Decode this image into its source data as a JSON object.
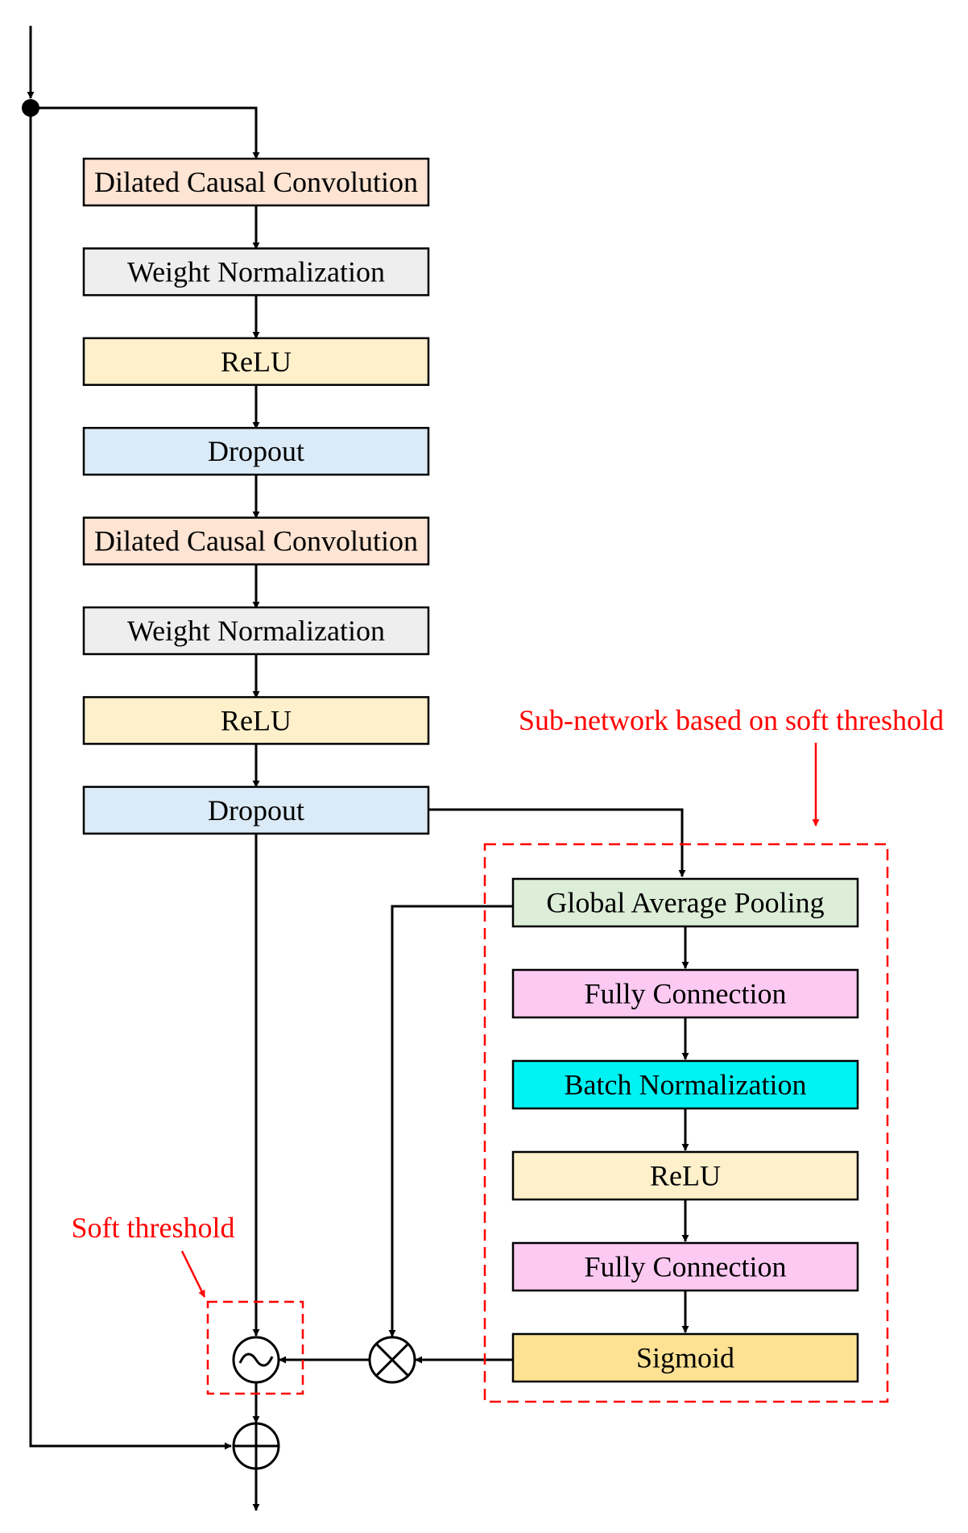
{
  "colors": {
    "conv": "#fde4d3",
    "weightnorm": "#eeeeee",
    "relu": "#fdf0cb",
    "dropout": "#daeaf6",
    "gap": "#dcedd8",
    "fc": "#fbc9f1",
    "batchnorm": "#00f3f3",
    "sigmoid": "#fde293",
    "annotation": "#ff0000",
    "line": "#000000"
  },
  "main_stack": [
    {
      "label": "Dilated Causal Convolution",
      "kind": "conv"
    },
    {
      "label": "Weight Normalization",
      "kind": "weightnorm"
    },
    {
      "label": "ReLU",
      "kind": "relu"
    },
    {
      "label": "Dropout",
      "kind": "dropout"
    },
    {
      "label": "Dilated Causal Convolution",
      "kind": "conv"
    },
    {
      "label": "Weight Normalization",
      "kind": "weightnorm"
    },
    {
      "label": "ReLU",
      "kind": "relu"
    },
    {
      "label": "Dropout",
      "kind": "dropout"
    }
  ],
  "subnet": {
    "annotation": "Sub-network based on soft threshold",
    "blocks": [
      {
        "label": "Global Average Pooling",
        "kind": "gap"
      },
      {
        "label": "Fully Connection",
        "kind": "fc"
      },
      {
        "label": "Batch Normalization",
        "kind": "batchnorm"
      },
      {
        "label": "ReLU",
        "kind": "relu"
      },
      {
        "label": "Fully Connection",
        "kind": "fc"
      },
      {
        "label": "Sigmoid",
        "kind": "sigmoid"
      }
    ]
  },
  "soft_threshold": {
    "annotation": "Soft threshold"
  },
  "operators": {
    "multiply_icon": "circled-times",
    "threshold_icon": "circled-tilde",
    "add_icon": "circled-plus"
  }
}
